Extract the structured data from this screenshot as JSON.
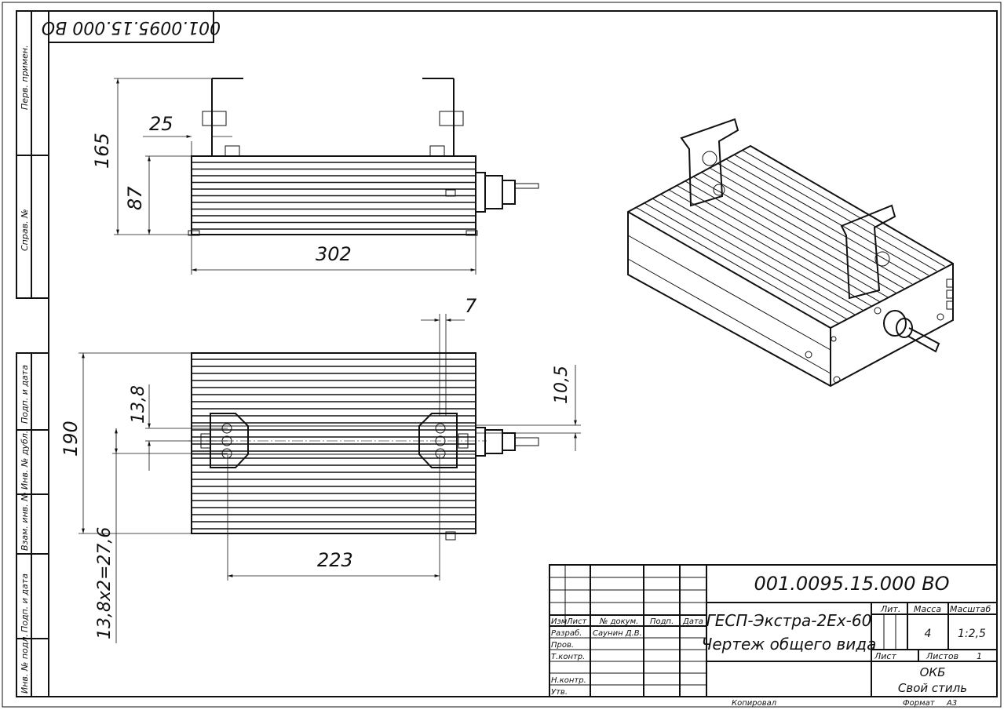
{
  "drawing": {
    "designation": "001.0095.15.000 ВО",
    "designation_mirrored": "001.0095.15.000 ВО"
  },
  "side_strip": {
    "labels": [
      "Перв. примен.",
      "Справ. №",
      "Подп. и дата",
      "Инв. № дубл.",
      "Взам. инв. №",
      "Подп. и дата",
      "Инв. № подл."
    ]
  },
  "dimensions": {
    "top_view": {
      "total_height": "165",
      "body_height": "87",
      "bracket_offset": "25",
      "length": "302"
    },
    "plan_view": {
      "width": "190",
      "slot": "13,8",
      "pitch": "13,8х2=27,6",
      "bracket_spacing": "223",
      "offset_right": "7",
      "offset_gland": "10,5"
    }
  },
  "title_block": {
    "designation": "001.0095.15.000 ВО",
    "product_name": "ГЕСП-Экстра-2Ех-60",
    "document_name": "Чертеж общего вида",
    "headers": {
      "izm": "Изм",
      "list": "Лист",
      "doc_no": "№ докум.",
      "sign": "Подп.",
      "date": "Дата"
    },
    "roles": [
      "Разраб.",
      "Пров.",
      "Т.контр.",
      "",
      "Н.контр.",
      "Утв."
    ],
    "developer": "Саунин Д.В.",
    "lit_label": "Лит.",
    "mass_label": "Масса",
    "scale_label": "Масштаб",
    "mass": "4",
    "scale": "1:2,5",
    "sheet_label": "Лист",
    "sheets_label": "Листов",
    "sheets_value": "1",
    "org_line1": "ОКБ",
    "org_line2": "Свой стиль",
    "copied": "Копировал",
    "format_label": "Формат",
    "format_value": "А3"
  }
}
